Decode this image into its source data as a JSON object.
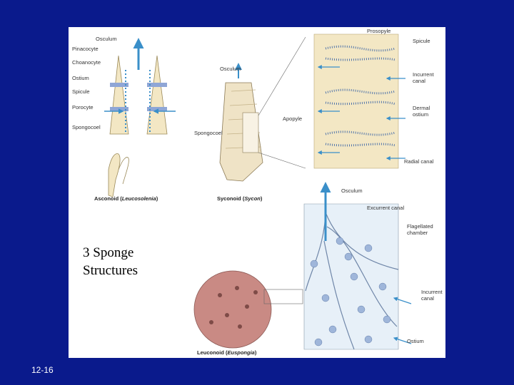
{
  "caption": {
    "line1": "3 Sponge",
    "line2": "Structures"
  },
  "slide_number": "12-16",
  "asconoid": {
    "title_prefix": "Asconoid (",
    "title_genus": "Leucosolenia",
    "title_suffix": ")",
    "labels": [
      "Osculum",
      "Pinacocyte",
      "Choanocyte",
      "Ostium",
      "Spicule",
      "Porocyte",
      "Spongocoel"
    ]
  },
  "syconoid": {
    "title_prefix": "Syconoid (",
    "title_genus": "Sycon",
    "title_suffix": ")",
    "labels": {
      "osculum": "Osculum",
      "spongocoel": "Spongocoel",
      "apopyle": "Apopyle",
      "prosopyle": "Prosopyle",
      "spicule": "Spicule",
      "incurrent_canal_1": "Incurrent",
      "incurrent_canal_2": "canal",
      "dermal_ostium_1": "Dermal",
      "dermal_ostium_2": "ostium",
      "radial_canal": "Radial canal"
    }
  },
  "leuconoid": {
    "title_prefix": "Leuconoid (",
    "title_genus": "Euspongia",
    "title_suffix": ")",
    "labels": {
      "osculum": "Osculum",
      "excurrent_canal": "Excurrent canal",
      "flagellated_1": "Flagellated",
      "flagellated_2": "chamber",
      "incurrent_canal_1": "Incurrent",
      "incurrent_canal_2": "canal",
      "ostium": "Ostium"
    }
  },
  "colors": {
    "background": "#0a1a8c",
    "panel": "#ffffff",
    "tissue": "#f3e7c4",
    "water_arrow": "#3a8fc9",
    "sponge_pink": "#c98a84"
  }
}
